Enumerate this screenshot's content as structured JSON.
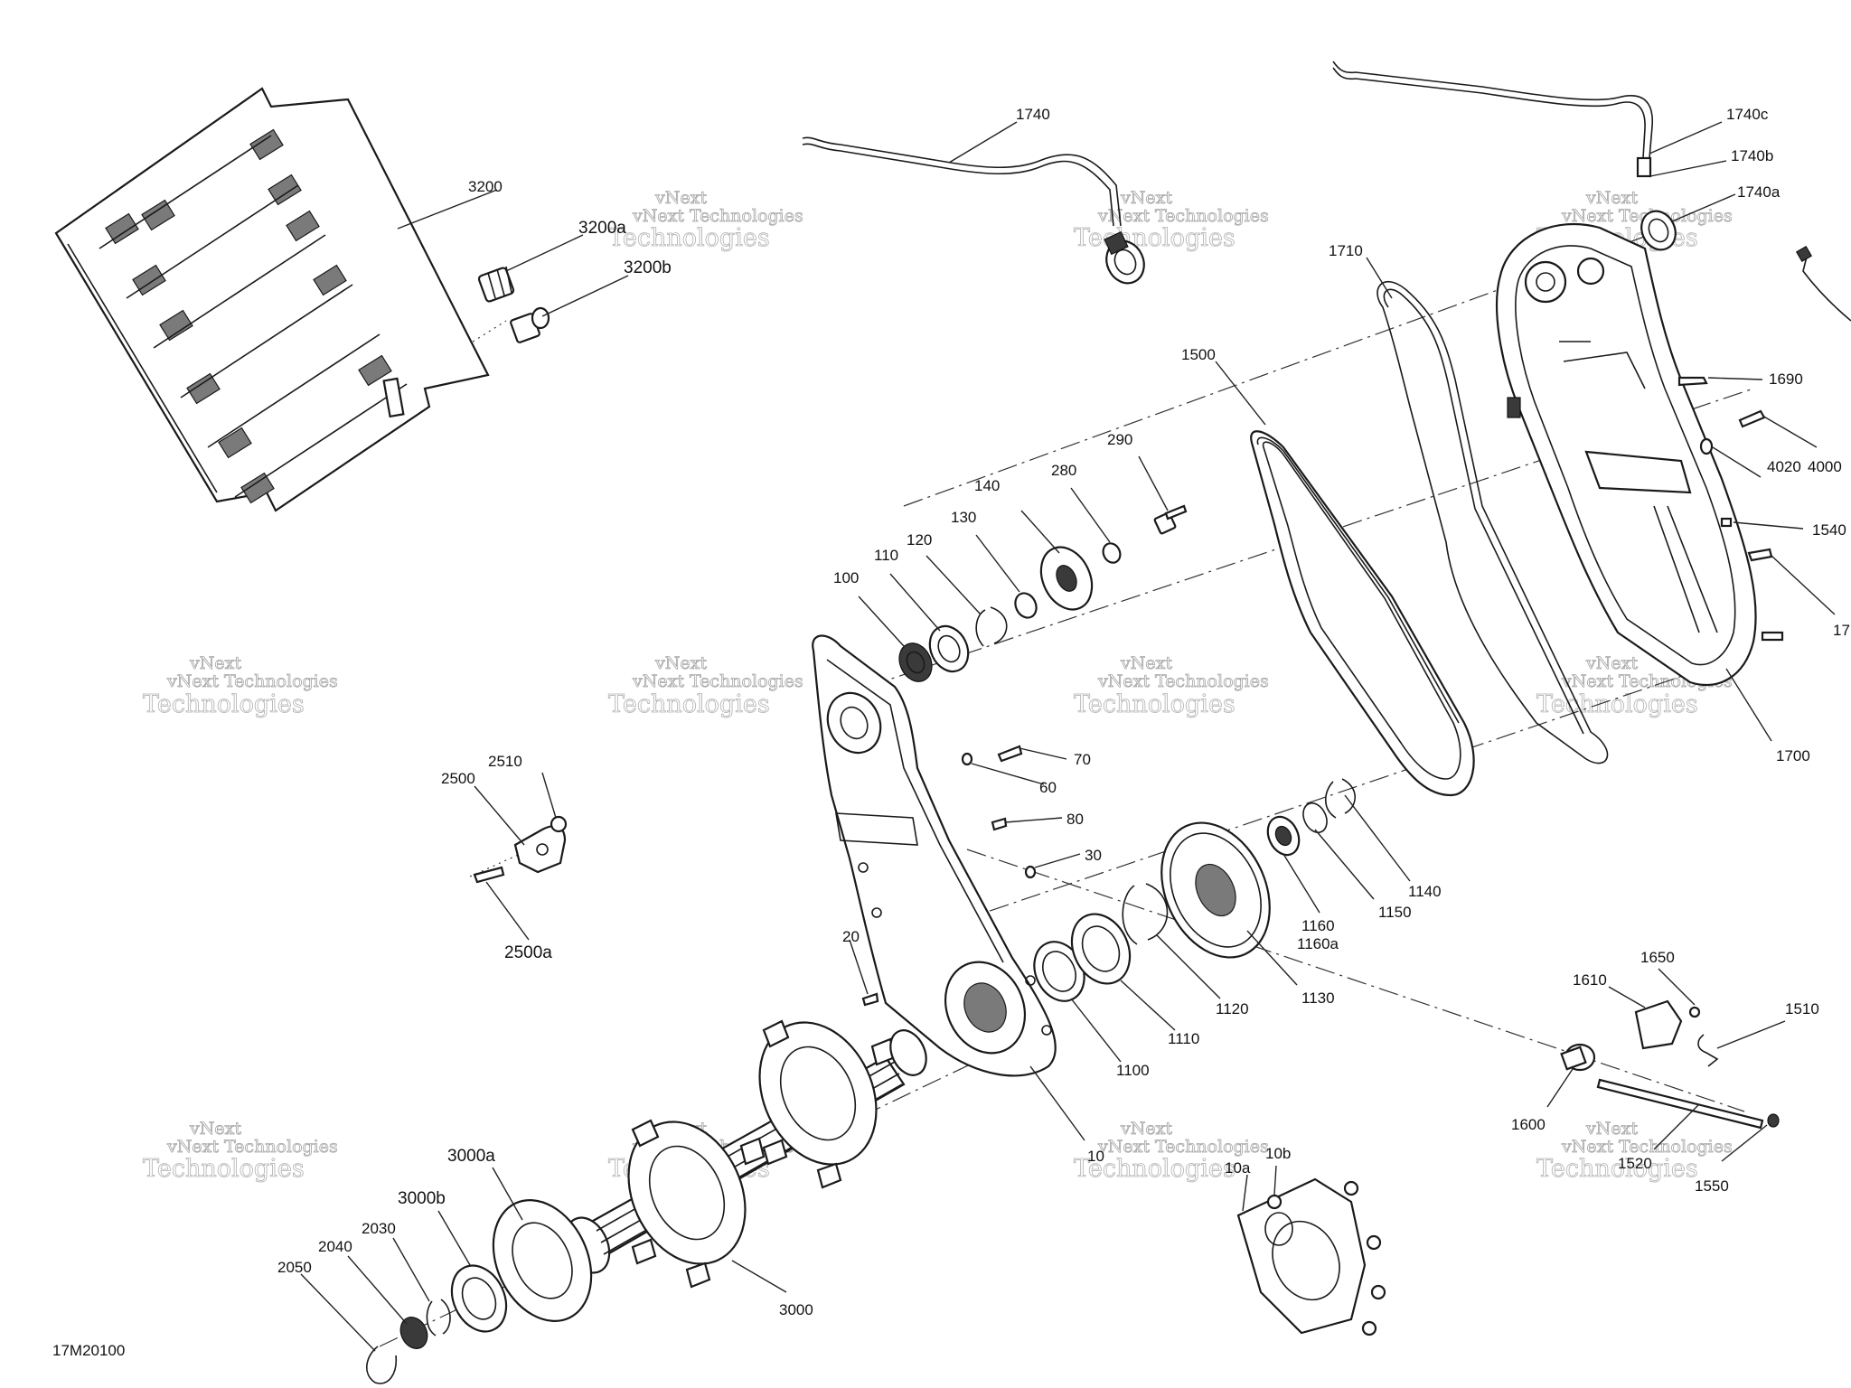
{
  "diagram_code": "17M20100",
  "watermark": {
    "line1": "vNext",
    "line2": "vNext Technologies",
    "line3": "Technologies"
  },
  "callouts": [
    {
      "id": "c3200",
      "text": "3200"
    },
    {
      "id": "c3200a",
      "text": "3200a"
    },
    {
      "id": "c3200b",
      "text": "3200b"
    },
    {
      "id": "c1740",
      "text": "1740"
    },
    {
      "id": "c1740c",
      "text": "1740c"
    },
    {
      "id": "c1740b",
      "text": "1740b"
    },
    {
      "id": "c1740a",
      "text": "1740a"
    },
    {
      "id": "c1710",
      "text": "1710"
    },
    {
      "id": "c1500",
      "text": "1500"
    },
    {
      "id": "c1690",
      "text": "1690"
    },
    {
      "id": "c4000",
      "text": "4000"
    },
    {
      "id": "c4020",
      "text": "4020"
    },
    {
      "id": "c1540",
      "text": "1540"
    },
    {
      "id": "c17",
      "text": "17"
    },
    {
      "id": "c1700",
      "text": "1700"
    },
    {
      "id": "c290",
      "text": "290"
    },
    {
      "id": "c280",
      "text": "280"
    },
    {
      "id": "c140",
      "text": "140"
    },
    {
      "id": "c130",
      "text": "130"
    },
    {
      "id": "c120",
      "text": "120"
    },
    {
      "id": "c110",
      "text": "110"
    },
    {
      "id": "c100",
      "text": "100"
    },
    {
      "id": "c70",
      "text": "70"
    },
    {
      "id": "c60",
      "text": "60"
    },
    {
      "id": "c80",
      "text": "80"
    },
    {
      "id": "c30",
      "text": "30"
    },
    {
      "id": "c20",
      "text": "20"
    },
    {
      "id": "c2510",
      "text": "2510"
    },
    {
      "id": "c2500",
      "text": "2500"
    },
    {
      "id": "c2500a",
      "text": "2500a"
    },
    {
      "id": "c1140",
      "text": "1140"
    },
    {
      "id": "c1150",
      "text": "1150"
    },
    {
      "id": "c1160",
      "text": "1160"
    },
    {
      "id": "c1160a",
      "text": "1160a"
    },
    {
      "id": "c1130",
      "text": "1130"
    },
    {
      "id": "c1120",
      "text": "1120"
    },
    {
      "id": "c1110",
      "text": "1110"
    },
    {
      "id": "c1100",
      "text": "1100"
    },
    {
      "id": "c10",
      "text": "10"
    },
    {
      "id": "c10a",
      "text": "10a"
    },
    {
      "id": "c10b",
      "text": "10b"
    },
    {
      "id": "c1650",
      "text": "1650"
    },
    {
      "id": "c1610",
      "text": "1610"
    },
    {
      "id": "c1510",
      "text": "1510"
    },
    {
      "id": "c1600",
      "text": "1600"
    },
    {
      "id": "c1520",
      "text": "1520"
    },
    {
      "id": "c1550",
      "text": "1550"
    },
    {
      "id": "c3000a",
      "text": "3000a"
    },
    {
      "id": "c3000b",
      "text": "3000b"
    },
    {
      "id": "c3000",
      "text": "3000"
    },
    {
      "id": "c2030",
      "text": "2030"
    },
    {
      "id": "c2040",
      "text": "2040"
    },
    {
      "id": "c2050",
      "text": "2050"
    }
  ]
}
